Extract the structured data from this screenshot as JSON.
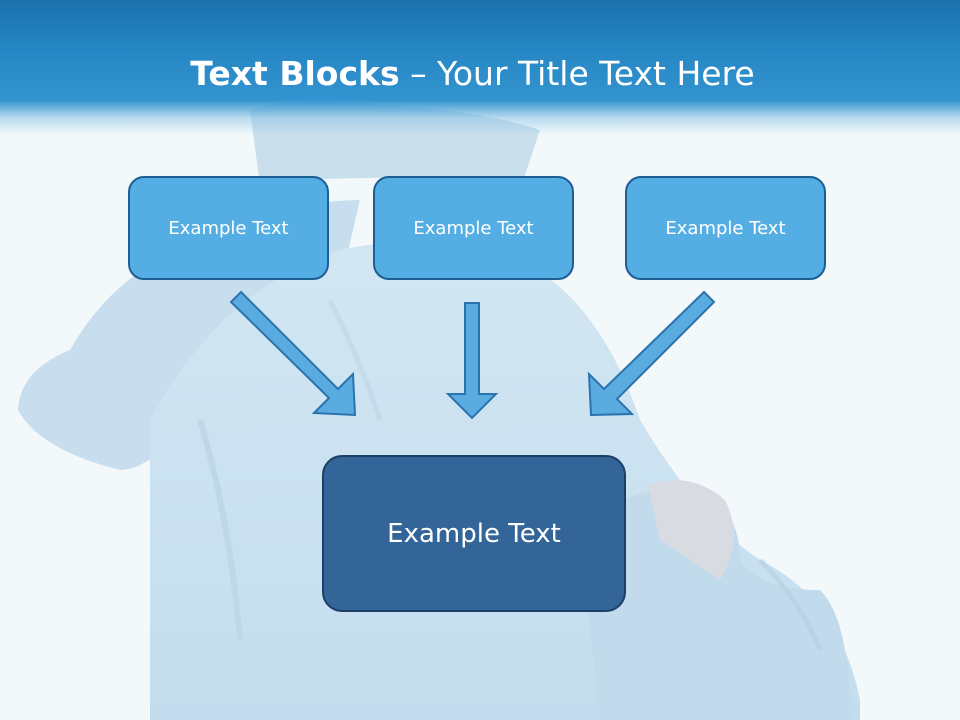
{
  "slide": {
    "title_bold": "Text Blocks",
    "title_rest": " – Your Title Text Here"
  },
  "diagram": {
    "top_boxes": [
      "Example Text",
      "Example Text",
      "Example Text"
    ],
    "bottom_box": "Example Text"
  },
  "colors": {
    "header": "#2485c2",
    "top_box_fill": "#55aee3",
    "top_box_border": "#1c5f95",
    "bottom_box_fill": "#336598",
    "arrow_fill": "#5aace0",
    "arrow_stroke": "#2a73ad"
  }
}
